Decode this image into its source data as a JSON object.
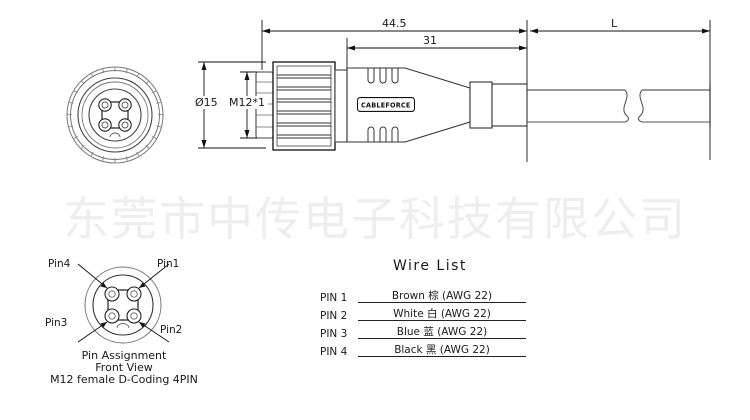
{
  "watermark": "东莞市中传电子科技有限公司",
  "drawing": {
    "brand_logo": "CABLEFORCE",
    "dimensions": {
      "overall": "44.5",
      "body": "31",
      "cable_length": "L",
      "diameter": "Ø15",
      "thread": "M12*1"
    }
  },
  "pin_view": {
    "pins": [
      {
        "name": "Pin1",
        "position": "top-right"
      },
      {
        "name": "Pin2",
        "position": "bottom-right"
      },
      {
        "name": "Pin3",
        "position": "bottom-left"
      },
      {
        "name": "Pin4",
        "position": "top-left"
      }
    ],
    "caption_line1": "Pin  Assignment",
    "caption_line2": "Front  View",
    "caption_line3": "M12 female D-Coding 4PIN"
  },
  "wire_list": {
    "title": "Wire  List",
    "rows": [
      {
        "pin": "PIN 1",
        "desc": "Brown  棕 (AWG 22)"
      },
      {
        "pin": "PIN 2",
        "desc": "White  白 (AWG 22)"
      },
      {
        "pin": "PIN 3",
        "desc": "Blue    蓝 (AWG 22)"
      },
      {
        "pin": "PIN 4",
        "desc": "Black   黑 (AWG 22)"
      }
    ]
  }
}
